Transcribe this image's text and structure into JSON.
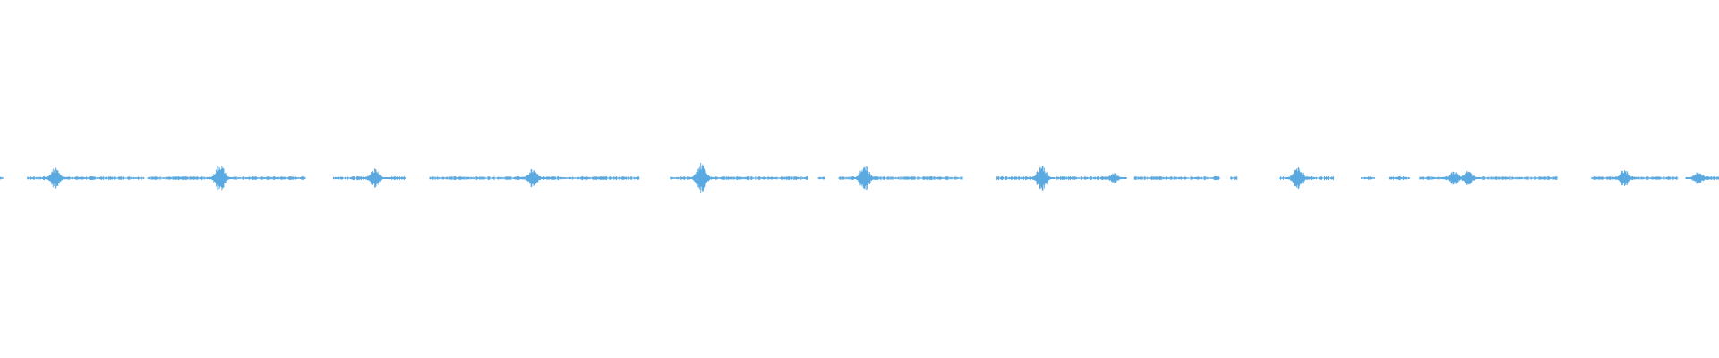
{
  "waveform": {
    "color": "#5aa9e0",
    "background": "#ffffff",
    "baseline_amplitude": 0.004,
    "segments": [
      [
        0.0,
        0.002
      ],
      [
        0.016,
        0.084
      ],
      [
        0.086,
        0.178
      ],
      [
        0.194,
        0.236
      ],
      [
        0.25,
        0.31
      ],
      [
        0.316,
        0.372
      ],
      [
        0.39,
        0.47
      ],
      [
        0.476,
        0.48
      ],
      [
        0.488,
        0.56
      ],
      [
        0.58,
        0.648
      ],
      [
        0.66,
        0.71
      ],
      [
        0.716,
        0.72
      ],
      [
        0.744,
        0.776
      ],
      [
        0.792,
        0.8
      ],
      [
        0.808,
        0.82
      ],
      [
        0.826,
        0.906
      ],
      [
        0.926,
        0.976
      ],
      [
        0.99,
        1.0
      ]
    ],
    "bursts": [
      {
        "pos": 0.032,
        "amp": 0.03
      },
      {
        "pos": 0.128,
        "amp": 0.042
      },
      {
        "pos": 0.218,
        "amp": 0.03
      },
      {
        "pos": 0.31,
        "amp": 0.03
      },
      {
        "pos": 0.408,
        "amp": 0.045
      },
      {
        "pos": 0.503,
        "amp": 0.04
      },
      {
        "pos": 0.606,
        "amp": 0.04
      },
      {
        "pos": 0.648,
        "amp": 0.015
      },
      {
        "pos": 0.755,
        "amp": 0.035
      },
      {
        "pos": 0.846,
        "amp": 0.02
      },
      {
        "pos": 0.854,
        "amp": 0.022
      },
      {
        "pos": 0.945,
        "amp": 0.025
      },
      {
        "pos": 0.988,
        "amp": 0.018
      }
    ]
  }
}
